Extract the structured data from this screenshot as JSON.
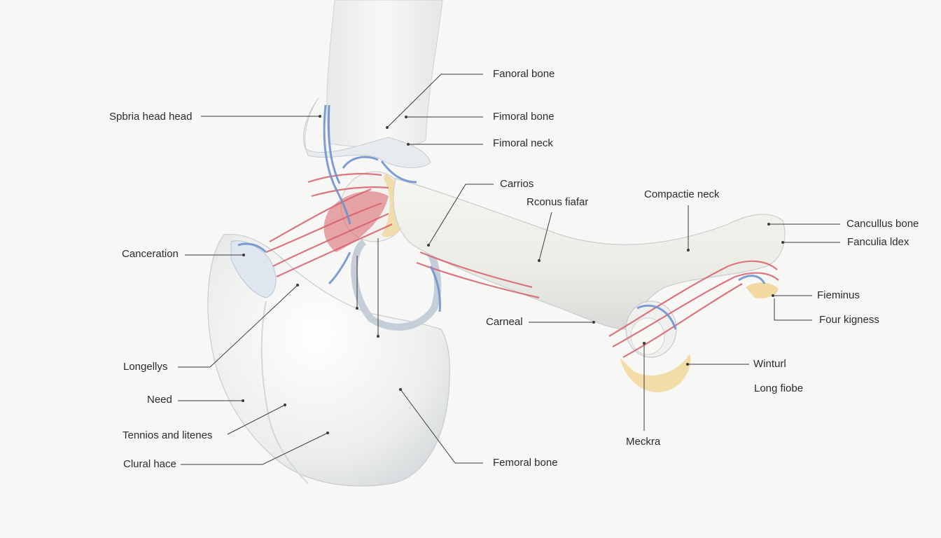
{
  "labels": {
    "femoral_bone_top": "Fanoral bone",
    "sphria_head": "Spbria head head",
    "femoral_bone_2": "Fimoral bone",
    "femoral_neck": "Fimoral neck",
    "carrios": "Carrios",
    "rconus_fiafar": "Rconus fiafar",
    "compactic_neck": "Compactie neck",
    "cancullus_bone": "Cancullus bone",
    "fanculia_idex": "Fanculia ldex",
    "fieminus": "Fieminus",
    "four_kigness": "Four kigness",
    "canceration": "Canceration",
    "carneal": "Carneal",
    "longellys": "Longellys",
    "winturl": "Winturl",
    "long_fiobe": "Long fiobe",
    "need": "Need",
    "tennios": "Tennios and litenes",
    "mecdra": "Meckra",
    "clural_hace": "Clural hace",
    "femoral_bone_bottom": "Femoral bone"
  },
  "colors": {
    "background": "#f7f7f6",
    "bone": "#f1f1ee",
    "bone_shadow": "#d9dbdd",
    "cartilage": "#f1d9a0",
    "muscle": "#d8606a",
    "vessel": "#6f93cf",
    "leader_line": "#3a3a3a"
  }
}
